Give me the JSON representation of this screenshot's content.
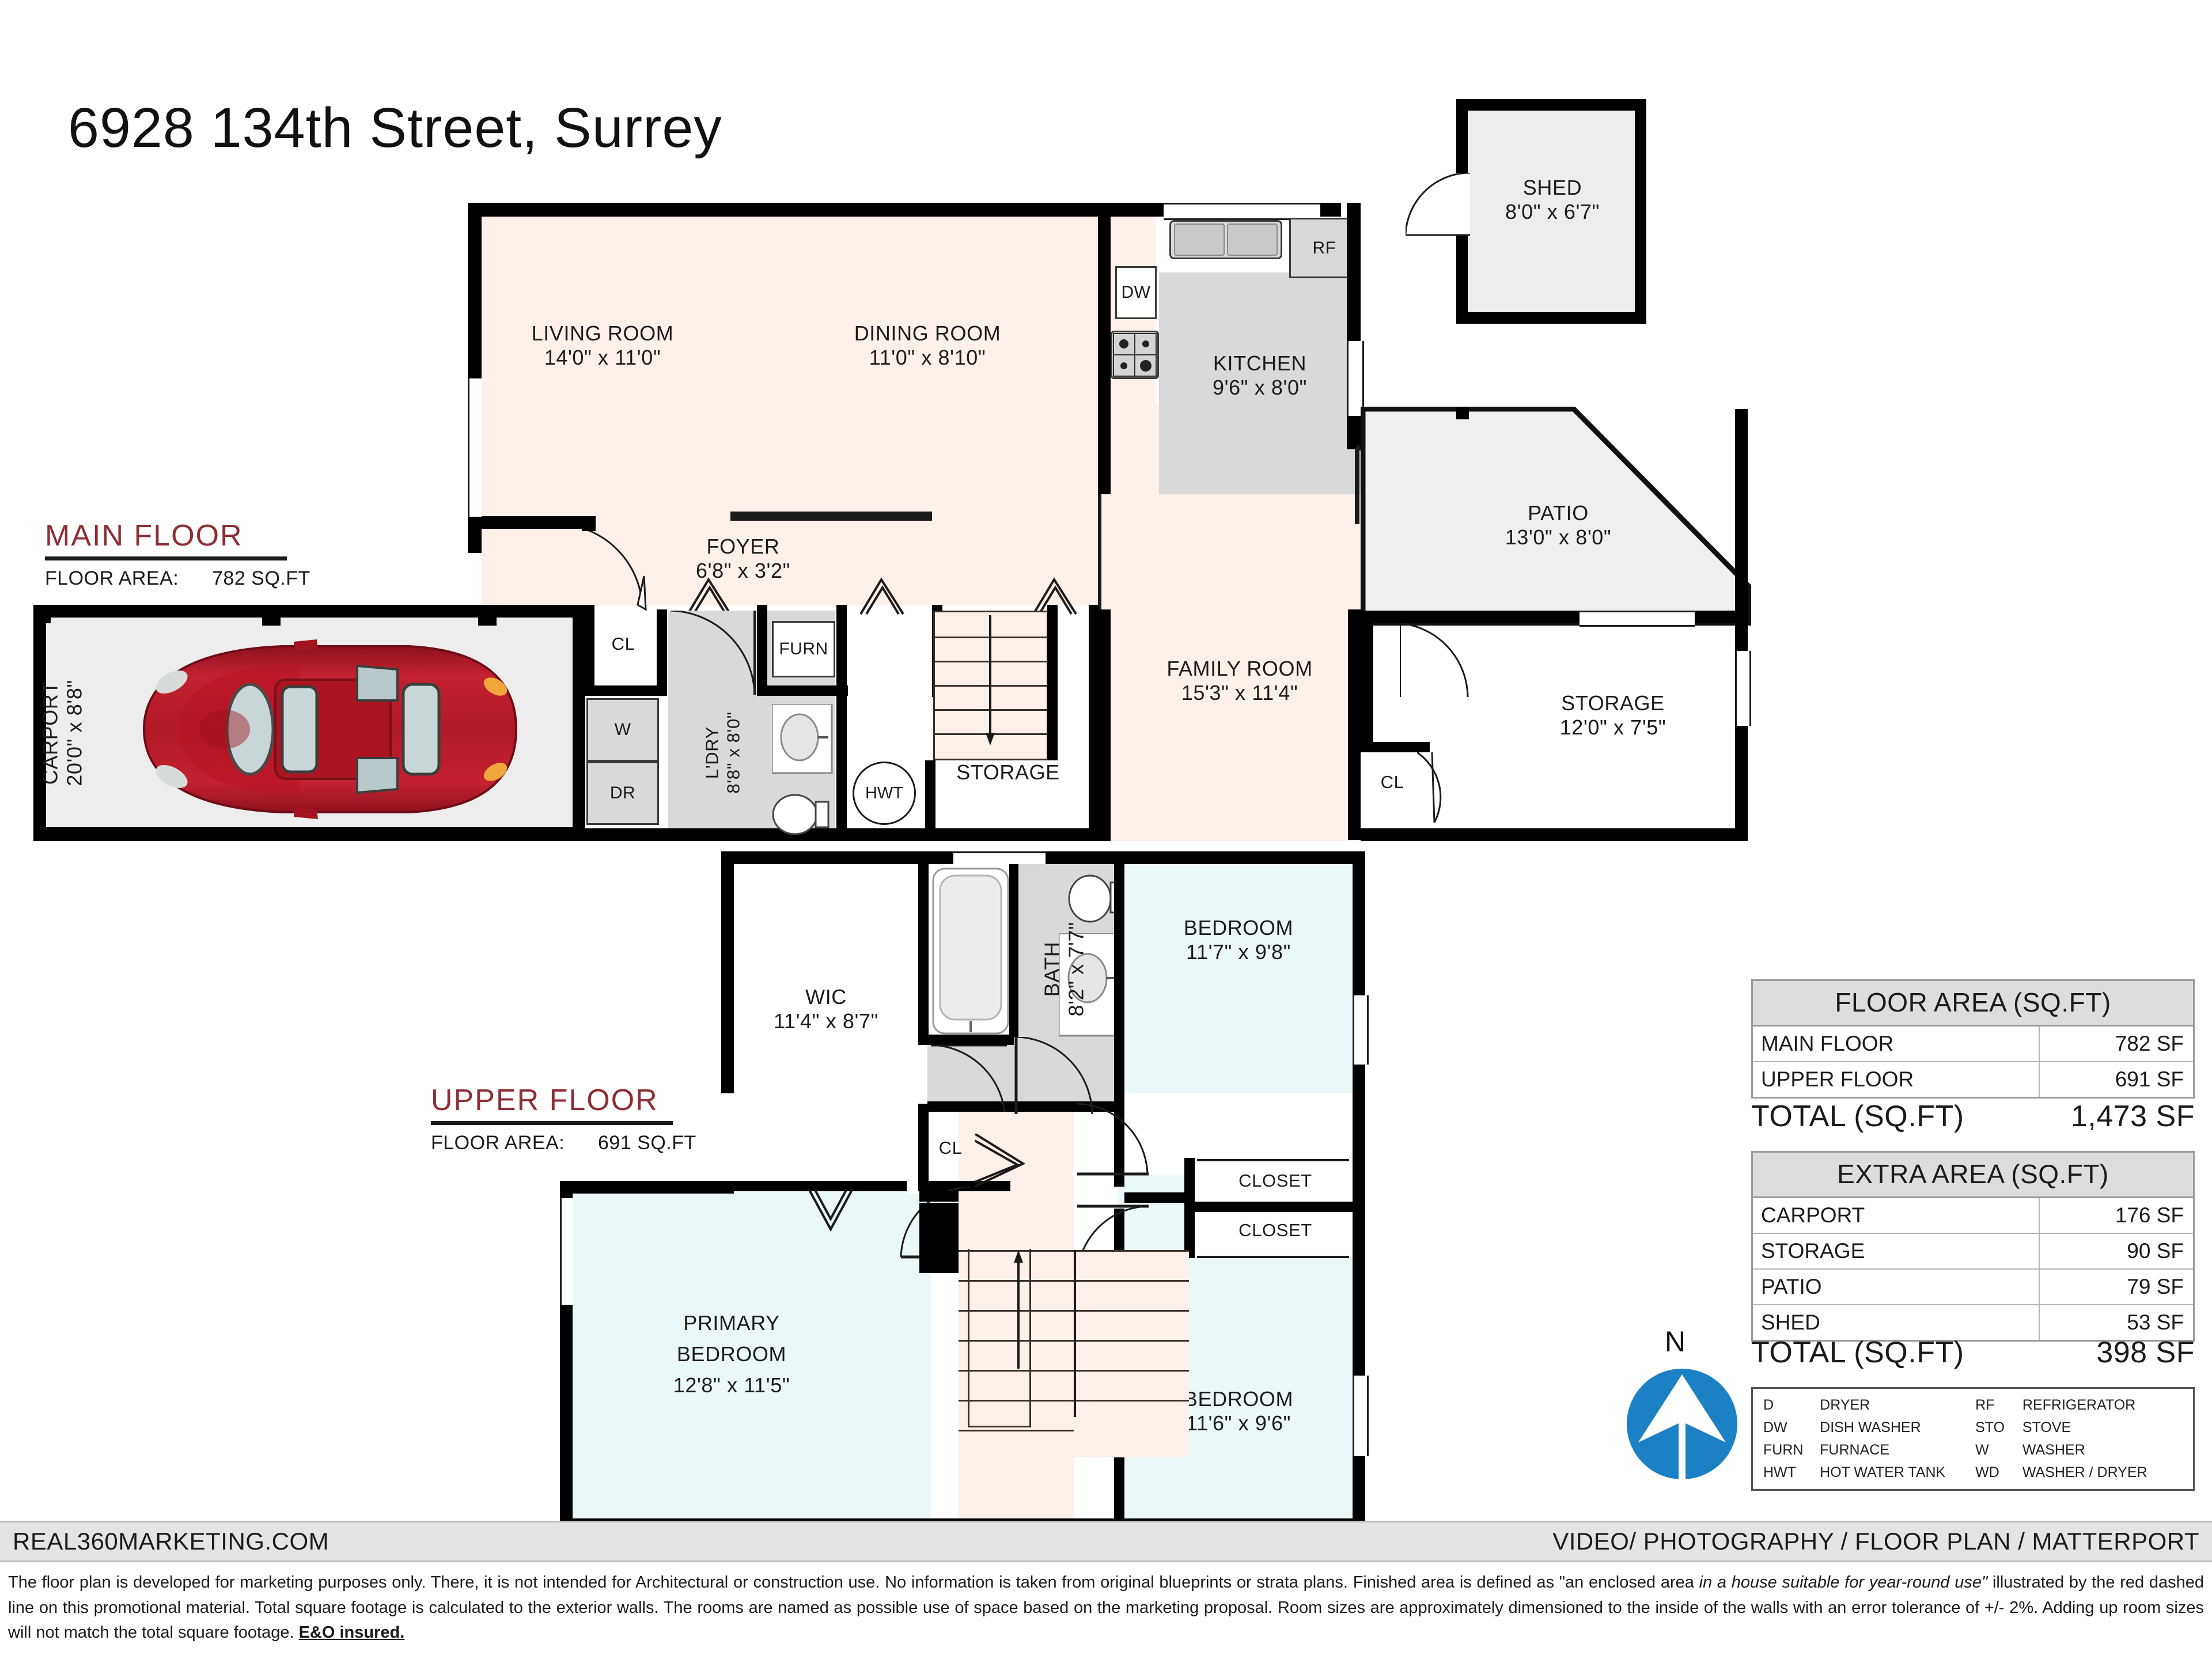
{
  "title": "6928 134th Street, Surrey",
  "floors": {
    "main": {
      "name": "MAIN FLOOR",
      "area_key": "FLOOR AREA:",
      "area_value": "782 SQ.FT"
    },
    "upper": {
      "name": "UPPER FLOOR",
      "area_key": "FLOOR AREA:",
      "area_value": "691 SQ.FT"
    }
  },
  "main_floor_rooms": [
    {
      "name": "LIVING ROOM",
      "dim": "14'0\" x 11'0\""
    },
    {
      "name": "DINING ROOM",
      "dim": "11'0\" x 8'10\""
    },
    {
      "name": "KITCHEN",
      "dim": "9'6\" x 8'0\""
    },
    {
      "name": "FOYER",
      "dim": "6'8\" x 3'2\""
    },
    {
      "name": "L'DRY",
      "dim": "8'8\" x 8'0\""
    },
    {
      "name": "FAMILY ROOM",
      "dim": "15'3\" x 11'4\""
    },
    {
      "name": "STORAGE",
      "dim": ""
    },
    {
      "name": "PATIO",
      "dim": "13'0\" x 8'0\""
    },
    {
      "name": "STORAGE",
      "dim": "12'0\" x 7'5\""
    },
    {
      "name": "SHED",
      "dim": "8'0\" x 6'7\""
    },
    {
      "name": "CARPORT",
      "dim": "20'0\" x 8'8\""
    }
  ],
  "main_floor_markers": {
    "closet_foyer": "CL",
    "closet_family": "CL",
    "washer": "W",
    "dryer": "DR",
    "furnace": "FURN",
    "hot_water_tank": "HWT",
    "dishwasher": "DW",
    "refrigerator": "RF"
  },
  "upper_floor_rooms": [
    {
      "name": "WIC",
      "dim": "11'4\" x 8'7\""
    },
    {
      "name": "BATH",
      "dim": "8'2\" x 7'7\""
    },
    {
      "name": "BEDROOM",
      "dim": "11'7\" x 9'8\""
    },
    {
      "name": "BEDROOM",
      "dim": "11'6\" x 9'6\""
    },
    {
      "name": "PRIMARY BEDROOM",
      "dim": "12'8\" x 11'5\""
    }
  ],
  "upper_floor_markers": {
    "closet_hall": "CL",
    "closet_upper": "CLOSET",
    "closet_lower": "CLOSET"
  },
  "floor_area_table": {
    "header": "FLOOR AREA (SQ.FT)",
    "rows": [
      {
        "label": "MAIN FLOOR",
        "value": "782 SF"
      },
      {
        "label": "UPPER FLOOR",
        "value": "691 SF"
      }
    ],
    "total_label": "TOTAL (SQ.FT)",
    "total_value": "1,473 SF"
  },
  "extra_area_table": {
    "header": "EXTRA AREA (SQ.FT)",
    "rows": [
      {
        "label": "CARPORT",
        "value": "176 SF"
      },
      {
        "label": "STORAGE",
        "value": "90 SF"
      },
      {
        "label": "PATIO",
        "value": "79 SF"
      },
      {
        "label": "SHED",
        "value": "53 SF"
      }
    ],
    "total_label": "TOTAL (SQ.FT)",
    "total_value": "398 SF"
  },
  "compass": {
    "label": "N",
    "color": "#1B80C4"
  },
  "legend": {
    "rows": [
      {
        "a1": "D",
        "a2": "DRYER",
        "b1": "RF",
        "b2": "REFRIGERATOR"
      },
      {
        "a1": "DW",
        "a2": "DISH WASHER",
        "b1": "STO",
        "b2": "STOVE"
      },
      {
        "a1": "FURN",
        "a2": "FURNACE",
        "b1": "W",
        "b2": "WASHER"
      },
      {
        "a1": "HWT",
        "a2": "HOT WATER TANK",
        "b1": "WD",
        "b2": "WASHER / DRYER"
      }
    ]
  },
  "footer": {
    "left": "REAL360MARKETING.COM",
    "right": "VIDEO/ PHOTOGRAPHY / FLOOR PLAN / MATTERPORT"
  },
  "disclaimer": {
    "part1": "The floor plan is developed for marketing purposes only. There, it is not intended for Architectural or construction use. No information is  taken from original blueprints or strata plans. Finished area is defined as  \"an enclosed area ",
    "italic1": "in a house suitable for year-round use\"",
    "part2": " illustrated by the red dashed line on this promotional material. Total square footage is calculated to the exterior walls. The rooms are named as possible use of space based on the marketing proposal. Room sizes are approximately dimensioned to the inside of the walls with an error tolerance of +/- 2%. Adding up room sizes will not match the total square footage. ",
    "bold": "E&O insured."
  },
  "colors": {
    "room_cream": "#FDF0E8",
    "room_cyan": "#EAF8FA",
    "grey_fill": "#D9D9D9",
    "wall": "#000000",
    "accent_red": "#8F2E33",
    "compass_blue": "#1B80C4"
  }
}
